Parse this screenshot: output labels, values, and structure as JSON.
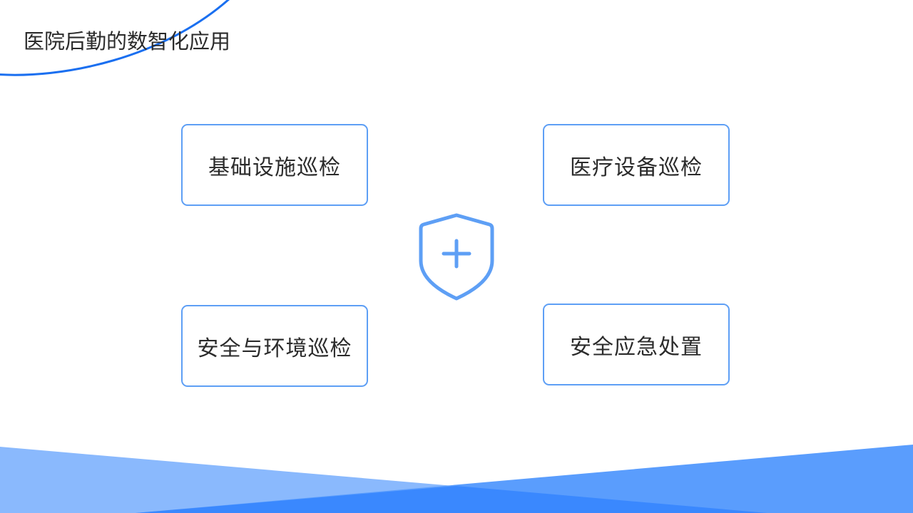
{
  "slide": {
    "title": "医院后勤的数智化应用",
    "center_icon": "shield-plus-icon",
    "cards": [
      {
        "label": "基础设施巡检",
        "position": "top-left"
      },
      {
        "label": "医疗设备巡检",
        "position": "top-right"
      },
      {
        "label": "安全与环境巡检",
        "position": "bottom-left"
      },
      {
        "label": "安全应急处置",
        "position": "bottom-right"
      }
    ]
  },
  "colors": {
    "accent": "#1a6ff0",
    "card_border": "#5e9ff5",
    "icon": "#5e9ff5",
    "band_left": "#8ab9fd",
    "band_right": "#5a9dfd",
    "band_overlap": "#3a88fe",
    "text": "#2b2b2b"
  }
}
